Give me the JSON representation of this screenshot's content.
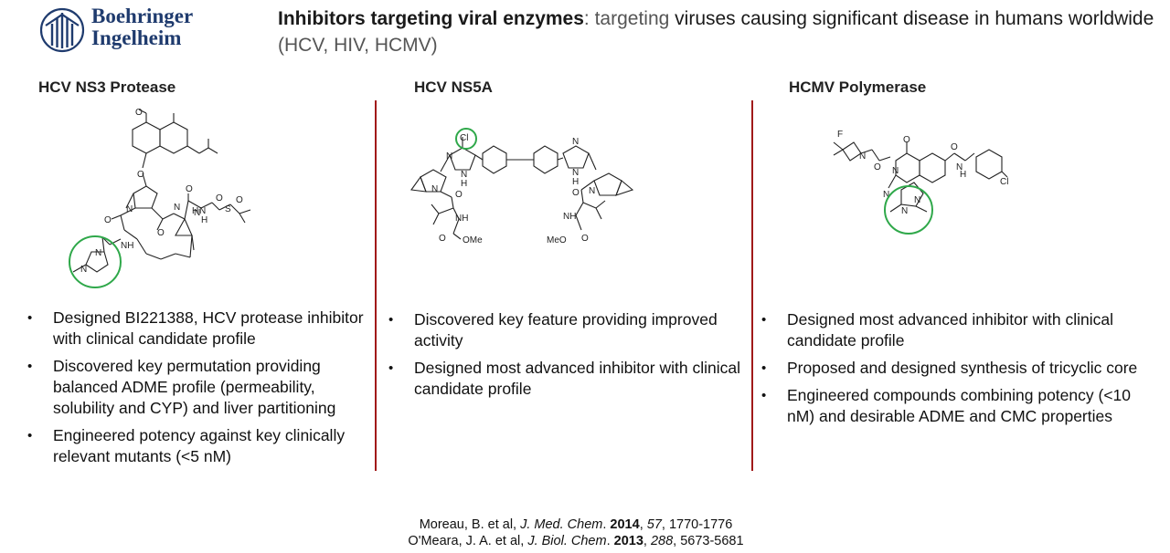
{
  "logo": {
    "line1": "Boehringer",
    "line2": "Ingelheim"
  },
  "headline": {
    "part1": "Inhibitors targeting viral enzymes",
    "part2": ": targeting ",
    "part3": "viruses causing significant disease in humans worldwide ",
    "part4": "(HCV, HIV, HCMV)"
  },
  "columns": [
    {
      "title": "HCV NS3 Protease",
      "structure_labels": [
        "O",
        "N",
        "O",
        "N",
        "O",
        "NH",
        "O",
        "N",
        "O",
        "H",
        "N",
        "O",
        "S",
        "N",
        "H",
        "O",
        "N",
        "N"
      ],
      "bullets": [
        "Designed BI221388, HCV protease inhibitor with clinical candidate profile",
        "Discovered key permutation providing balanced ADME profile (permeability, solubility and CYP) and liver partitioning",
        "Engineered potency against key clinically relevant mutants (<5 nM)"
      ]
    },
    {
      "title": "HCV NS5A",
      "structure_labels": [
        "Cl",
        "N",
        "N",
        "H",
        "N",
        "N",
        "H",
        "N",
        "N",
        "O",
        "NH",
        "O",
        "OMe",
        "O",
        "NH",
        "MeO",
        "O"
      ],
      "bullets": [
        "Discovered key feature providing improved activity",
        "Designed most advanced inhibitor with clinical candidate profile"
      ]
    },
    {
      "title": "HCMV Polymerase",
      "structure_labels": [
        "F",
        "N",
        "O",
        "N",
        "O",
        "O",
        "N",
        "H",
        "Cl",
        "N",
        "N",
        "N"
      ],
      "bullets": [
        "Designed most advanced inhibitor with clinical candidate profile",
        "Proposed and designed synthesis of tricyclic core",
        "Engineered compounds combining potency (<10 nM) and desirable ADME and CMC properties"
      ]
    }
  ],
  "bullet_symbol": "•",
  "references": [
    {
      "authors": "Moreau, B. et al, ",
      "journal": "J. Med. Chem",
      "sep": ". ",
      "year": "2014",
      "c1": ", ",
      "volume": "57",
      "pages": ", 1770-1776"
    },
    {
      "authors": "O'Meara, J. A. et al, ",
      "journal": "J. Biol. Chem",
      "sep": ". ",
      "year": "2013",
      "c1": ", ",
      "volume": "288",
      "pages": ", 5673-5681"
    }
  ],
  "colors": {
    "brand_blue": "#1f3b6e",
    "divider_red": "#a11a1a",
    "highlight_green": "#2fa84a"
  }
}
